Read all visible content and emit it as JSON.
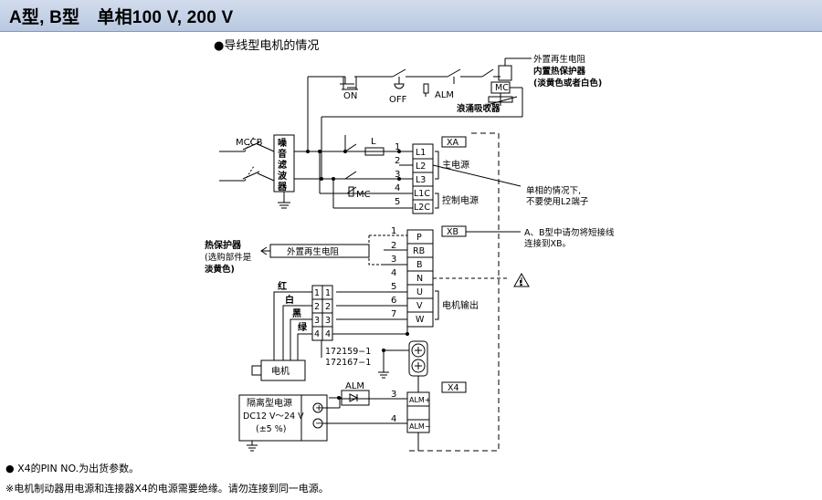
{
  "header": {
    "title": "A型, B型　单相100 V, 200 V"
  },
  "subtitle": "●导线型电机的情况",
  "labels": {
    "mccb": "MCCB",
    "noise_filter": "噪音滤波器",
    "on": "ON",
    "off": "OFF",
    "alm": "ALM",
    "mc": "MC",
    "mc_coil": "MC",
    "reactor": "L",
    "ext_regen_top": "外置再生电阻",
    "thermal_int": "内置热保护器",
    "thermal_int_color": "(淡黄色或者白色)",
    "surge": "浪涌吸收器",
    "xa": "XA",
    "xb": "XB",
    "x4": "X4",
    "main_power": "主电源",
    "control_power": "控制电源",
    "single_phase_note_1": "单相的情况下,",
    "single_phase_note_2": "不要使用L2端子",
    "xb_note_1": "A、B型中请勿将短接线",
    "xb_note_2": "连接到XB。",
    "motor_output": "电机输出",
    "thermal_ext": "热保护器",
    "thermal_ext_opt": "(选购部件是",
    "thermal_ext_color": "淡黄色)",
    "ext_regen_mid": "外置再生电阻",
    "red": "红",
    "white": "白",
    "black": "黑",
    "green": "绿",
    "pn1": "172159−1",
    "pn2": "172167−1",
    "motor": "电机",
    "alm_diode": "ALM",
    "iso_power_1": "隔离型电源",
    "iso_power_2": "DC12 V～24 V",
    "iso_power_3": "(±5 %)",
    "plus": "+",
    "minus": "−"
  },
  "xa_terminals": [
    {
      "pin": "1",
      "name": "L1"
    },
    {
      "pin": "2",
      "name": "L2"
    },
    {
      "pin": "3",
      "name": "L3"
    },
    {
      "pin": "4",
      "name": "L1C"
    },
    {
      "pin": "5",
      "name": "L2C"
    }
  ],
  "xb_terminals": [
    {
      "pin": "1",
      "name": "P"
    },
    {
      "pin": "2",
      "name": "RB"
    },
    {
      "pin": "3",
      "name": "B"
    },
    {
      "pin": "4",
      "name": "N"
    },
    {
      "pin": "5",
      "name": "U"
    },
    {
      "pin": "6",
      "name": "V"
    },
    {
      "pin": "7",
      "name": "W"
    }
  ],
  "motor_connector_pins": [
    "1",
    "2",
    "3",
    "4"
  ],
  "x4_terminals": [
    {
      "pin": "3",
      "name": "ALM+"
    },
    {
      "pin": "4",
      "name": "ALM−"
    }
  ],
  "footnotes": [
    "● X4的PIN NO.为出货参数。",
    "※电机制动器用电源和连接器X4的电源需要绝缘。请勿连接到同一电源。"
  ]
}
